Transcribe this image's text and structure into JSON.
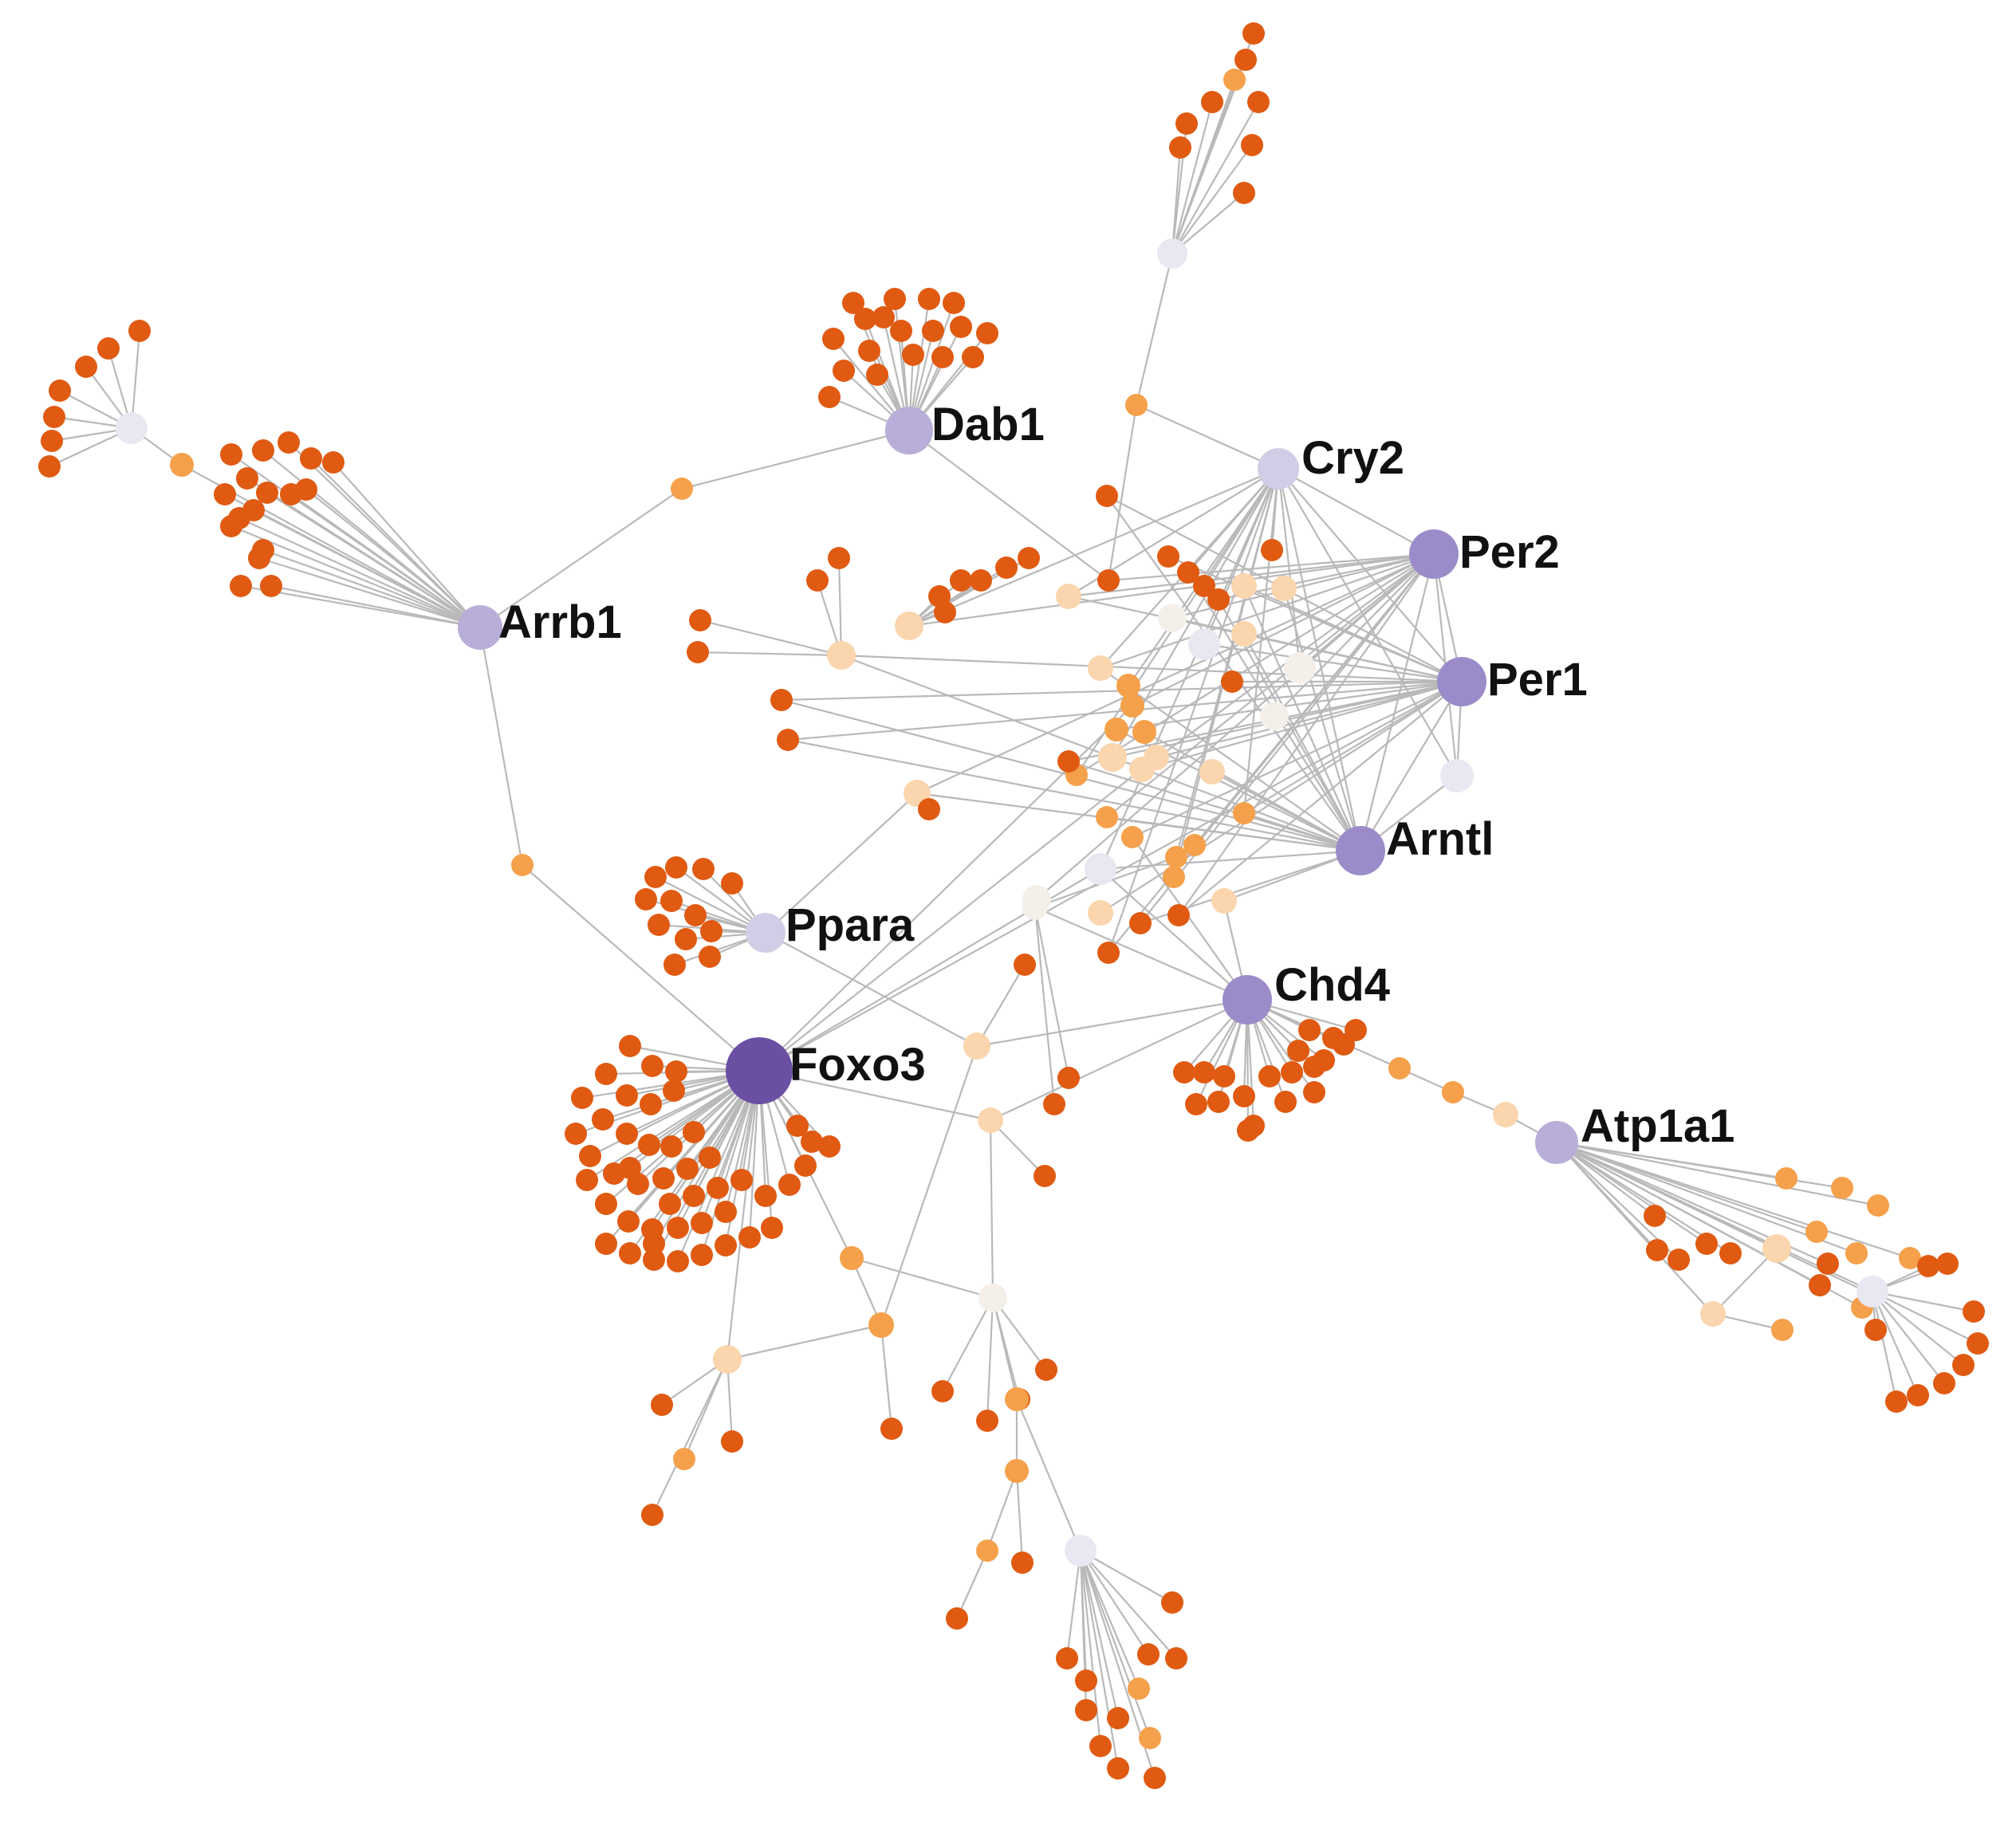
{
  "colors": {
    "edge": "#b9b9b9",
    "hub_dark": "#6a4fa3",
    "hub_mid": "#9b8cc9",
    "hub_light": "#b8aed8",
    "hub_pale": "#d2cde6",
    "node_pale_lavender": "#e9e7f1",
    "node_off_white": "#f4efe9",
    "node_dark_orange": "#e05a12",
    "node_orange": "#f5a04a",
    "node_light_orange": "#fbd5ad"
  },
  "hubs": [
    {
      "id": "dab1",
      "label": "Dab1",
      "color": "hub_light"
    },
    {
      "id": "cry2",
      "label": "Cry2",
      "color": "hub_pale"
    },
    {
      "id": "per2",
      "label": "Per2",
      "color": "hub_mid"
    },
    {
      "id": "per1",
      "label": "Per1",
      "color": "hub_mid"
    },
    {
      "id": "arrb1",
      "label": "Arrb1",
      "color": "hub_light"
    },
    {
      "id": "arntl",
      "label": "Arntl",
      "color": "hub_mid"
    },
    {
      "id": "ppara",
      "label": "Ppara",
      "color": "hub_pale"
    },
    {
      "id": "chd4",
      "label": "Chd4",
      "color": "hub_mid"
    },
    {
      "id": "foxo3",
      "label": "Foxo3",
      "color": "hub_dark"
    },
    {
      "id": "atp1a1",
      "label": "Atp1a1",
      "color": "hub_light"
    }
  ]
}
